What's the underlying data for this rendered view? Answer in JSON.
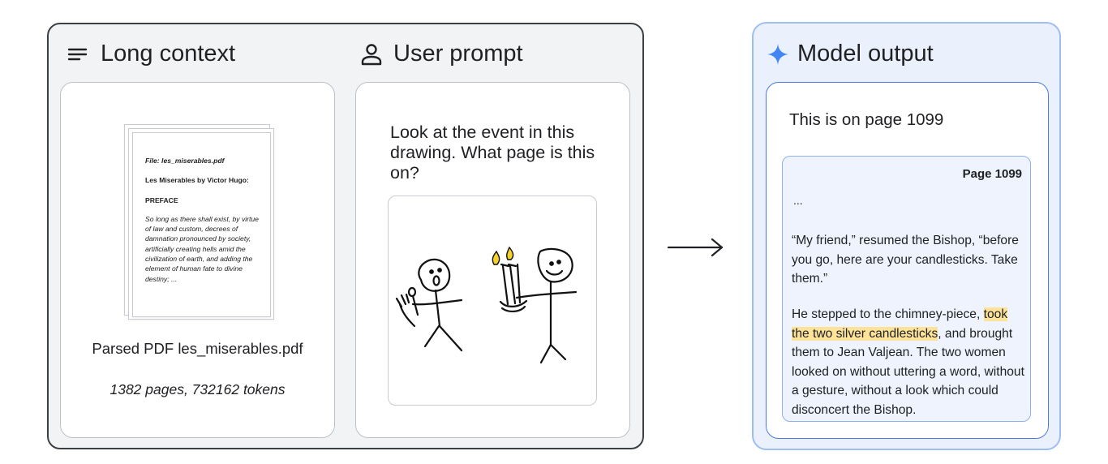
{
  "left_panel": {
    "long_context": {
      "title": "Long context",
      "icon": "lines-icon",
      "document": {
        "file_label": "File: les_miserables.pdf",
        "book_title": "Les Miserables by Victor Hugo:",
        "section": "PREFACE",
        "excerpt": "So long as there shall exist, by virtue of law and custom, decrees of damnation pronounced by society, artificially creating hells amid the civilization of earth, and adding the element of human fate to divine destiny; ..."
      },
      "caption": "Parsed PDF les_miserables.pdf",
      "stats": "1382 pages, 732162 tokens"
    },
    "user_prompt": {
      "title": "User prompt",
      "icon": "person-icon",
      "prompt": "Look at the event in this drawing. What page is this on?",
      "drawing_icon": "stick-figure-drawing"
    }
  },
  "arrow_icon": "right-arrow-icon",
  "right_panel": {
    "title": "Model output",
    "icon": "sparkle-icon",
    "accent_color": "#4285f4",
    "answer": "This is on page 1099",
    "page_card": {
      "label": "Page 1099",
      "ellipsis": "...",
      "para1": "“My friend,” resumed the Bishop, “before you go, here are your candlesticks. Take them.”",
      "para2_before": "He stepped to the chimney-piece, ",
      "para2_highlight": "took the two silver candlesticks",
      "para2_after": ", and brought them to Jean Valjean. The two women looked on without uttering a word, without a gesture, without a look which could disconcert the Bishop.",
      "highlight_color": "#fde39a"
    }
  }
}
